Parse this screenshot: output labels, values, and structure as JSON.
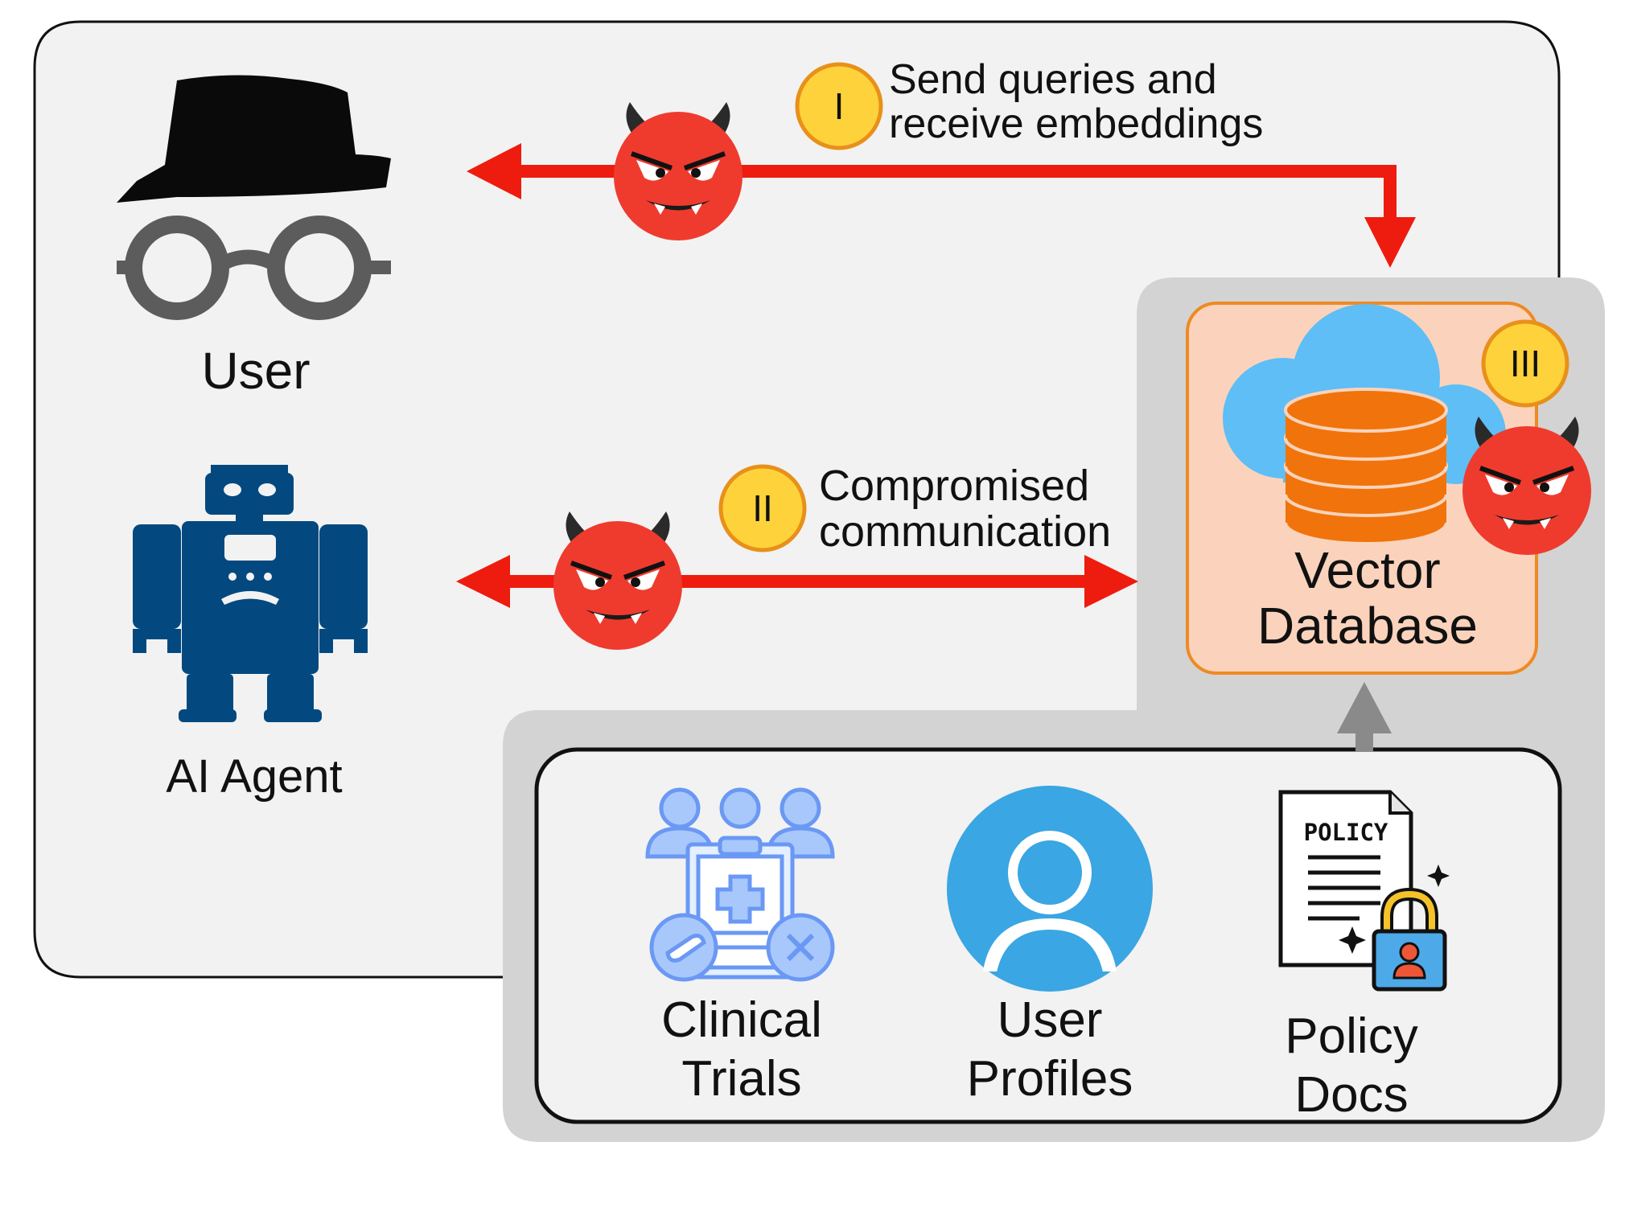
{
  "diagram": {
    "actors": {
      "user_label": "User",
      "agent_label": "AI Agent"
    },
    "threats": [
      {
        "numeral": "I",
        "line1": "Send queries and",
        "line2": "receive embeddings"
      },
      {
        "numeral": "II",
        "line1": "Compromised",
        "line2": "communication"
      },
      {
        "numeral": "III"
      }
    ],
    "vector_db": {
      "line1": "Vector",
      "line2": "Database"
    },
    "sources": [
      {
        "line1": "Clinical",
        "line2": "Trials"
      },
      {
        "line1": "User",
        "line2": "Profiles"
      },
      {
        "line1": "Policy",
        "line2": "Docs"
      }
    ],
    "policy_doc_heading": "POLICY",
    "colors": {
      "arrow_red": "#ee1c0e",
      "devil_red": "#ee3b2e",
      "badge_yellow": "#fdd23b",
      "badge_border": "#e8901a",
      "db_fill": "#fbd3bc",
      "db_border": "#ee8a24",
      "robot_blue": "#03497f",
      "cloud_blue": "#5ebef5",
      "db_orange": "#f0740b",
      "user_circle_blue": "#3aa6e3",
      "trials_blue": "#7aa6f6"
    }
  }
}
